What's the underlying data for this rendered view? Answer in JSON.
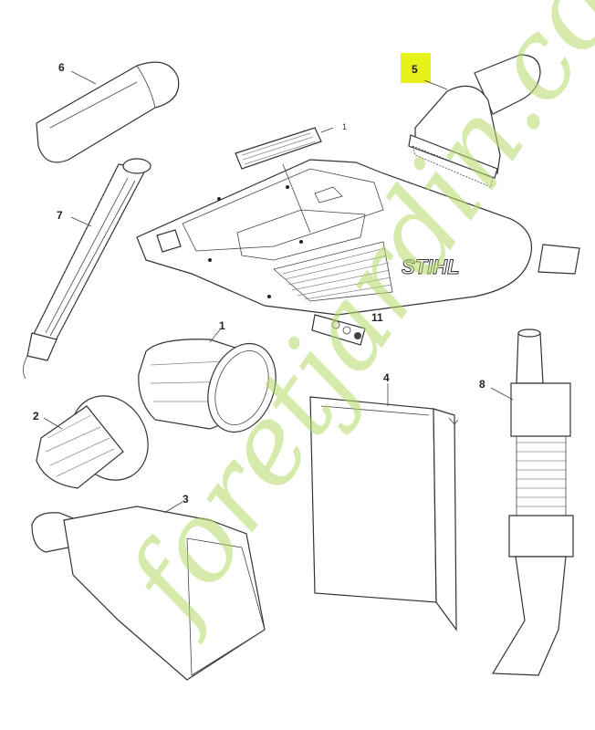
{
  "diagram": {
    "brand_logo": "STIHL",
    "watermark": "foretjardin.com",
    "highlight_color": "#e6f21a",
    "watermark_colors": {
      "green": "#b5d96a",
      "orange": "#f2b25a",
      "brown": "#b9a58f"
    },
    "callouts": [
      {
        "id": "6",
        "part": "nozzle"
      },
      {
        "id": "5",
        "part": "brush-nozzle",
        "highlighted": true
      },
      {
        "id": "1",
        "part": "label-sticker"
      },
      {
        "id": "7",
        "part": "extension-tube"
      },
      {
        "id": "1",
        "part": "filter-housing"
      },
      {
        "id": "11",
        "part": "warning-label"
      },
      {
        "id": "2",
        "part": "cone-filter"
      },
      {
        "id": "4",
        "part": "bag"
      },
      {
        "id": "8",
        "part": "flexible-hose"
      },
      {
        "id": "3",
        "part": "wide-nozzle"
      }
    ]
  }
}
